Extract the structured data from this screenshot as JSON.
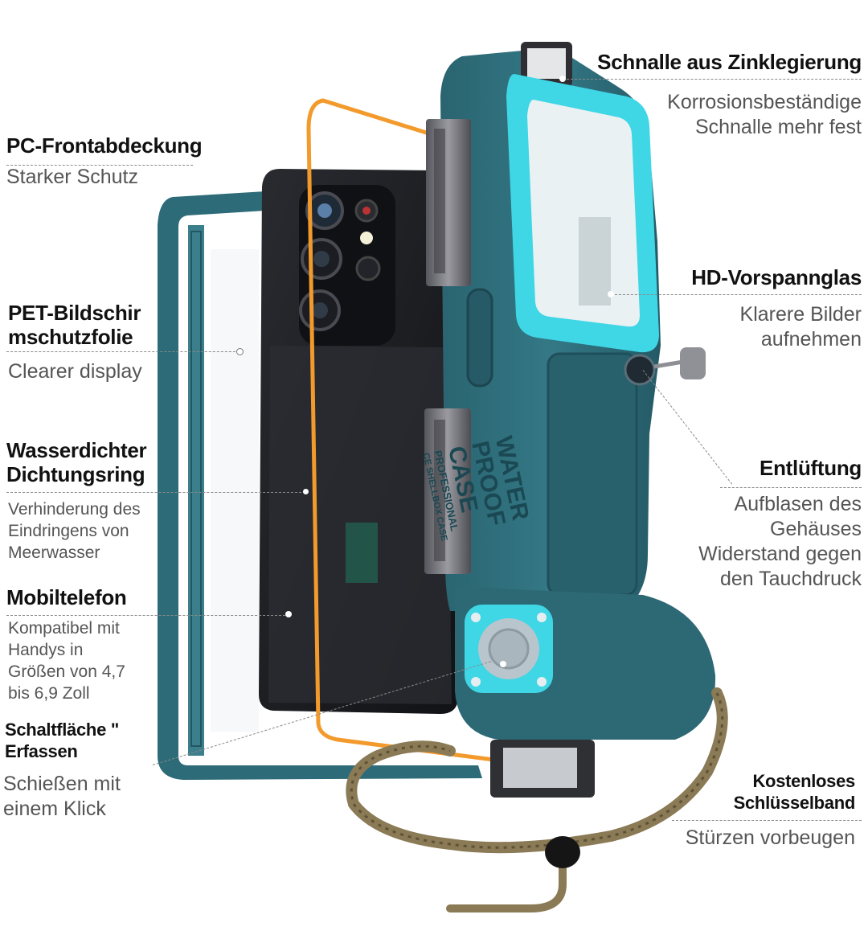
{
  "case_brand_text": {
    "line1": "WATER",
    "line2": "PROOF",
    "line3": "CASE",
    "line4": "PROFESSIONAL",
    "line5": "CE SHELLBOX CASE"
  },
  "labels": {
    "buckle": {
      "title": "Schnalle aus Zinklegierung",
      "desc": [
        "Korrosionsbeständige",
        "Schnalle mehr fest"
      ]
    },
    "front_cover": {
      "title": "PC-Frontabdeckung",
      "desc": [
        "Starker Schutz"
      ]
    },
    "screen_film": {
      "title": [
        "PET-Bildschir",
        "mschutzfolie"
      ],
      "desc": [
        "Clearer display"
      ]
    },
    "glass": {
      "title": "HD-Vorspannglas",
      "desc": [
        "Klarere Bilder",
        "aufnehmen"
      ]
    },
    "seal_ring": {
      "title": [
        "Wasserdichter",
        "Dichtungsring"
      ],
      "desc": [
        "Verhinderung des",
        "Eindringens von",
        "Meerwasser"
      ]
    },
    "vent": {
      "title": "Entlüftung",
      "desc": [
        "Aufblasen des",
        "Gehäuses",
        "Widerstand gegen",
        "den Tauchdruck"
      ]
    },
    "phone": {
      "title": "Mobiltelefon",
      "desc": [
        "Kompatibel mit",
        "Handys in",
        "Größen von 4,7",
        "bis 6,9 Zoll"
      ]
    },
    "capture_button": {
      "title": [
        "Schaltfläche \"",
        "Erfassen"
      ],
      "desc": [
        "Schießen mit",
        "einem Klick"
      ]
    },
    "lanyard": {
      "title": [
        "Kostenloses",
        "Schlüsselband"
      ],
      "desc": [
        "Stürzen vorbeugen"
      ]
    }
  },
  "colors": {
    "case_teal": "#2f6b78",
    "case_teal_dark": "#1f4f5a",
    "cyan_frame": "#3fd6e6",
    "orange_ring": "#f39a2c",
    "phone_black": "#1c1d21",
    "lanyard": "#8a7a55",
    "hinge": "#6b6b70"
  }
}
